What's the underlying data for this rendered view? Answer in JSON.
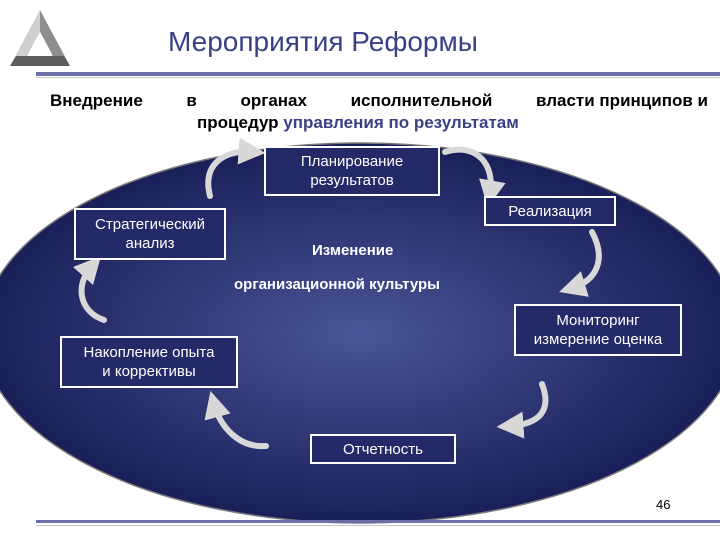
{
  "title": "Мероприятия Реформы",
  "subtitle": {
    "line1_words": [
      "Внедрение",
      "в",
      "органах",
      "исполнительной",
      "власти принципов и"
    ],
    "line2_plain": "процедур ",
    "line2_highlight": "управления по результатам"
  },
  "cycle": {
    "planning": "Планирование результатов",
    "implementation": "Реализация",
    "monitoring": "Мониторинг измерение оценка",
    "reporting": "Отчетность",
    "accumulation": "Накопление опыта и коррективы",
    "strategic": "Стратегический анализ"
  },
  "center": {
    "line1": "Изменение",
    "line2": "организационной культуры"
  },
  "page_number": "46",
  "colors": {
    "ellipse_dark": "#141a52",
    "ellipse_light": "#4a5597",
    "title": "#3a3f86",
    "arrow": "#d8d8d8"
  }
}
